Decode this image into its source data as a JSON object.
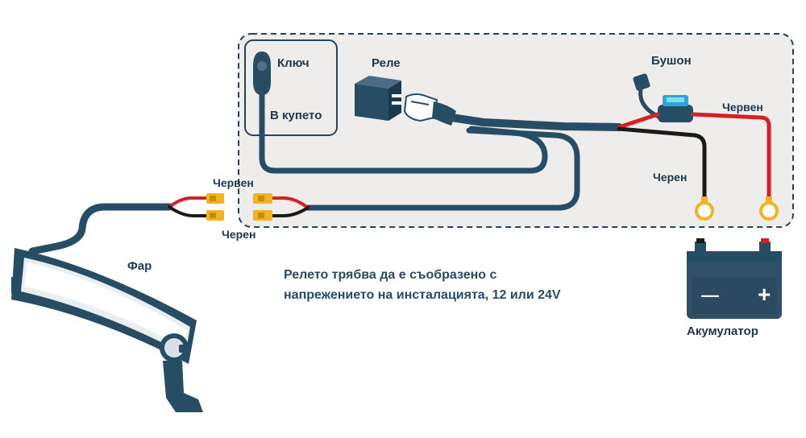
{
  "labels": {
    "switch": "Ключ",
    "cabin": "В купето",
    "relay": "Реле",
    "fuse": "Бушон",
    "red_battery": "Червен",
    "black_battery": "Черен",
    "red_lamp": "Червен",
    "black_lamp": "Черен",
    "lamp": "Фар",
    "battery": "Акумулатор",
    "battery_minus": "—",
    "battery_plus": "+"
  },
  "note": {
    "line1": "Релето трябва да е съобразено с",
    "line2": "напрежението на инсталацията, 12 или 24V"
  },
  "colors": {
    "cable": "#264d63",
    "red_wire": "#d42027",
    "black_wire": "#1a1a1a",
    "terminal": "#f2b320",
    "zone_fill": "#efedec",
    "zone_border": "#26435e",
    "fuse_blue": "#2aa7d8",
    "battery_body": "#2f5068",
    "text": "#22384d"
  }
}
